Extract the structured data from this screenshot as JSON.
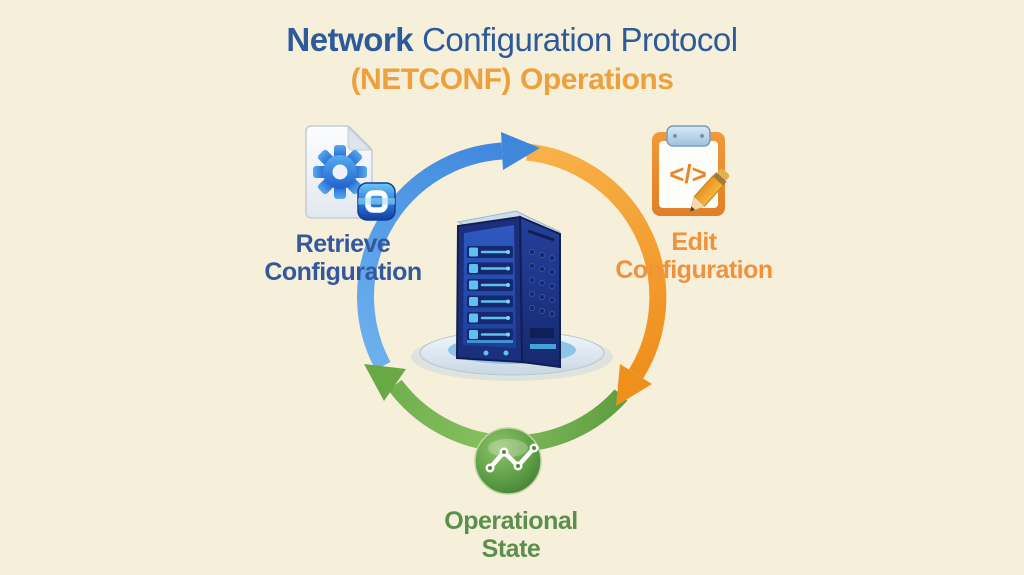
{
  "title": {
    "line1_emphasis": "Network",
    "line1_rest": "Configuration Protocol",
    "line2_emphasis": "(NETCONF)",
    "line2_rest": "Operations"
  },
  "diagram": {
    "type": "cycle",
    "center_node": "network-device-server",
    "code_glyph": "</>",
    "steps": [
      {
        "id": "retrieve-configuration",
        "label_line1": "Retrieve",
        "label_line2": "Configuration",
        "label_color": "#33589e",
        "arrow_color": "#4a94e2",
        "icon": "config-file-gear-icon"
      },
      {
        "id": "edit-configuration",
        "label_line1": "Edit",
        "label_line2": "Configuration",
        "label_color": "#f0923c",
        "arrow_color": "#f39b2b",
        "icon": "edit-clipboard-code-icon"
      },
      {
        "id": "operational-state",
        "label_line1": "Operational",
        "label_line2": "State",
        "label_color": "#5b8f4d",
        "arrow_color": "#70b14f",
        "icon": "line-chart-icon"
      }
    ]
  },
  "colors": {
    "background": "#f6f0da",
    "title_blue": "#2d5a9b",
    "title_orange": "#eda03c",
    "server_blue": "#2c55bb",
    "platform_blue": "#8ec4e6"
  }
}
